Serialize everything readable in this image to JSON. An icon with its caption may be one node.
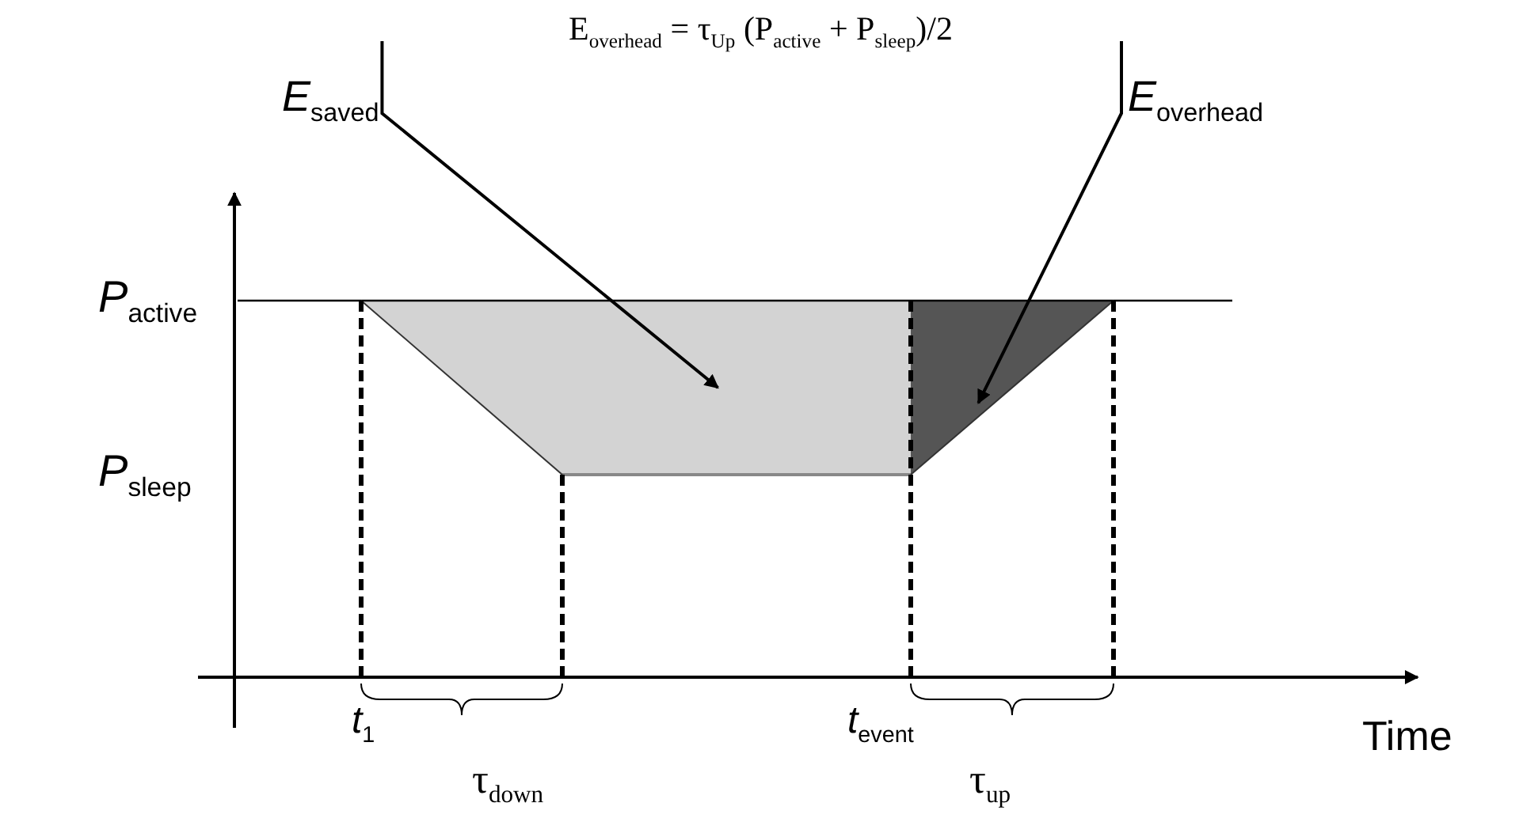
{
  "diagram": {
    "title": "E$_{overhead}$ = τ$_{Up}$  (P$_{active}$ + P$_{sleep}$)/2",
    "nodes": [
      {
        "text": [
          "*E*$_{saved}$"
        ]
      },
      {
        "text": [
          "*E*$_{overhead}$"
        ]
      },
      {
        "text": [],
        "shape": "trapezoid"
      },
      {
        "text": [],
        "shape": "triangle"
      }
    ],
    "edges": [
      {
        "from": 0,
        "to": 2,
        "arrow": "to"
      },
      {
        "from": 1,
        "to": 3,
        "arrow": "to"
      }
    ],
    "labels": [
      "*P*$_{active}$",
      "*P*$_{sleep}$",
      "*t*$_{1}$",
      "τ$_{down}$",
      "*t*$_{event}$",
      "τ$_{up}$",
      "Time"
    ]
  }
}
